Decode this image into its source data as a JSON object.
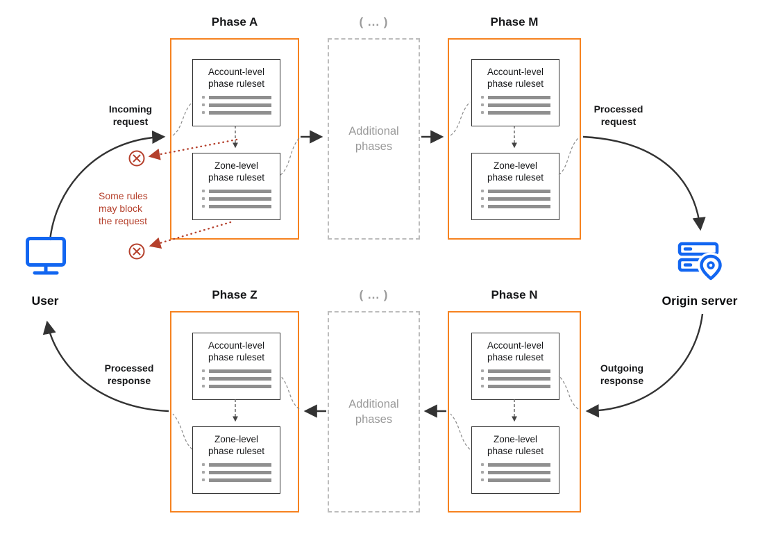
{
  "colors": {
    "phase_border_orange": "#F6821F",
    "icon_blue": "#1266F1",
    "warning_red": "#B5402C",
    "muted_gray": "#9A9A9A",
    "arrow_dark": "#333333"
  },
  "phases": {
    "a": {
      "title": "Phase A"
    },
    "m": {
      "title": "Phase M"
    },
    "z": {
      "title": "Phase Z"
    },
    "n": {
      "title": "Phase N"
    }
  },
  "additional_phases": {
    "header": "( ... )",
    "label": "Additional phases"
  },
  "ruleset": {
    "account": "Account-level\nphase ruleset",
    "zone": "Zone-level\nphase ruleset"
  },
  "endpoints": {
    "user": "User",
    "origin": "Origin server"
  },
  "flow_labels": {
    "incoming_request": "Incoming\nrequest",
    "processed_request": "Processed\nrequest",
    "outgoing_response": "Outgoing\nresponse",
    "processed_response": "Processed\nresponse"
  },
  "warning": {
    "text": "Some rules\nmay block\nthe request"
  },
  "icons": {
    "user": "monitor-icon",
    "origin": "server-location-pin-icon",
    "blocked": "circle-x-icon"
  }
}
